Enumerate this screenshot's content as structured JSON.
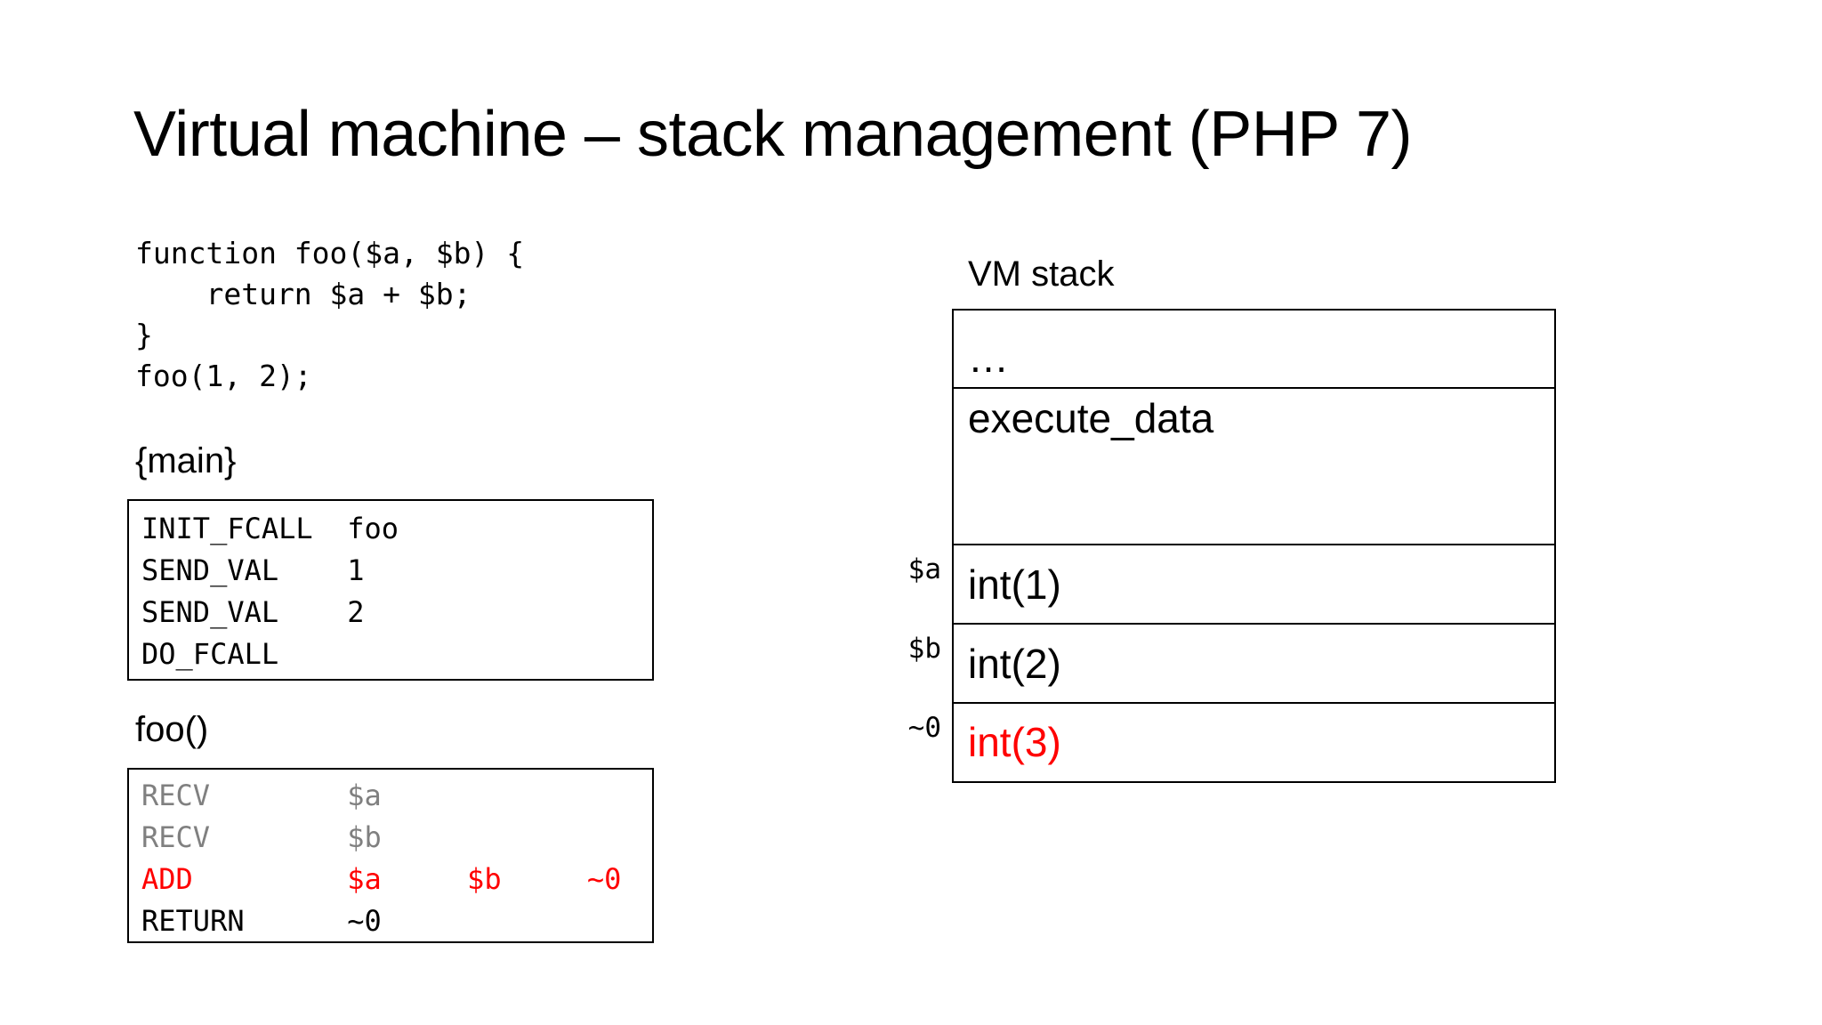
{
  "slide": {
    "title": "Virtual machine – stack management (PHP 7)"
  },
  "source_code": {
    "label": "php-source",
    "text": "function foo($a, $b) {\n    return $a + $b;\n}\nfoo(1, 2);"
  },
  "op_arrays": [
    {
      "caption": "{main}",
      "lines": [
        {
          "opcode": "INIT_FCALL",
          "op1": "foo",
          "op2": "",
          "result": "",
          "color": "#000000",
          "text": "INIT_FCALL  foo"
        },
        {
          "opcode": "SEND_VAL",
          "op1": "1",
          "op2": "",
          "result": "",
          "color": "#000000",
          "text": "SEND_VAL    1"
        },
        {
          "opcode": "SEND_VAL",
          "op1": "2",
          "op2": "",
          "result": "",
          "color": "#000000",
          "text": "SEND_VAL    2"
        },
        {
          "opcode": "DO_FCALL",
          "op1": "",
          "op2": "",
          "result": "",
          "color": "#000000",
          "text": "DO_FCALL"
        }
      ]
    },
    {
      "caption": "foo()",
      "lines": [
        {
          "opcode": "RECV",
          "op1": "$a",
          "op2": "",
          "result": "",
          "color": "#808080",
          "text": "RECV        $a"
        },
        {
          "opcode": "RECV",
          "op1": "$b",
          "op2": "",
          "result": "",
          "color": "#808080",
          "text": "RECV        $b"
        },
        {
          "opcode": "ADD",
          "op1": "$a",
          "op2": "$b",
          "result": "~0",
          "color": "#FF0000",
          "text": "ADD         $a     $b     ~0"
        },
        {
          "opcode": "RETURN",
          "op1": "~0",
          "op2": "",
          "result": "",
          "color": "#000000",
          "text": "RETURN      ~0"
        }
      ]
    }
  ],
  "vm_stack": {
    "label": "VM stack",
    "cells": [
      {
        "slot_label": "",
        "value": "…",
        "color": "#000000"
      },
      {
        "slot_label": "",
        "value": "execute_data",
        "color": "#000000"
      },
      {
        "slot_label": "$a",
        "value": "int(1)",
        "color": "#000000"
      },
      {
        "slot_label": "$b",
        "value": "int(2)",
        "color": "#000000"
      },
      {
        "slot_label": "~0",
        "value": "int(3)",
        "color": "#FF0000"
      }
    ]
  },
  "colors": {
    "background": "#FFFFFF",
    "text": "#000000",
    "highlight_red": "#FF0000",
    "muted_gray": "#808080",
    "border": "#000000"
  }
}
